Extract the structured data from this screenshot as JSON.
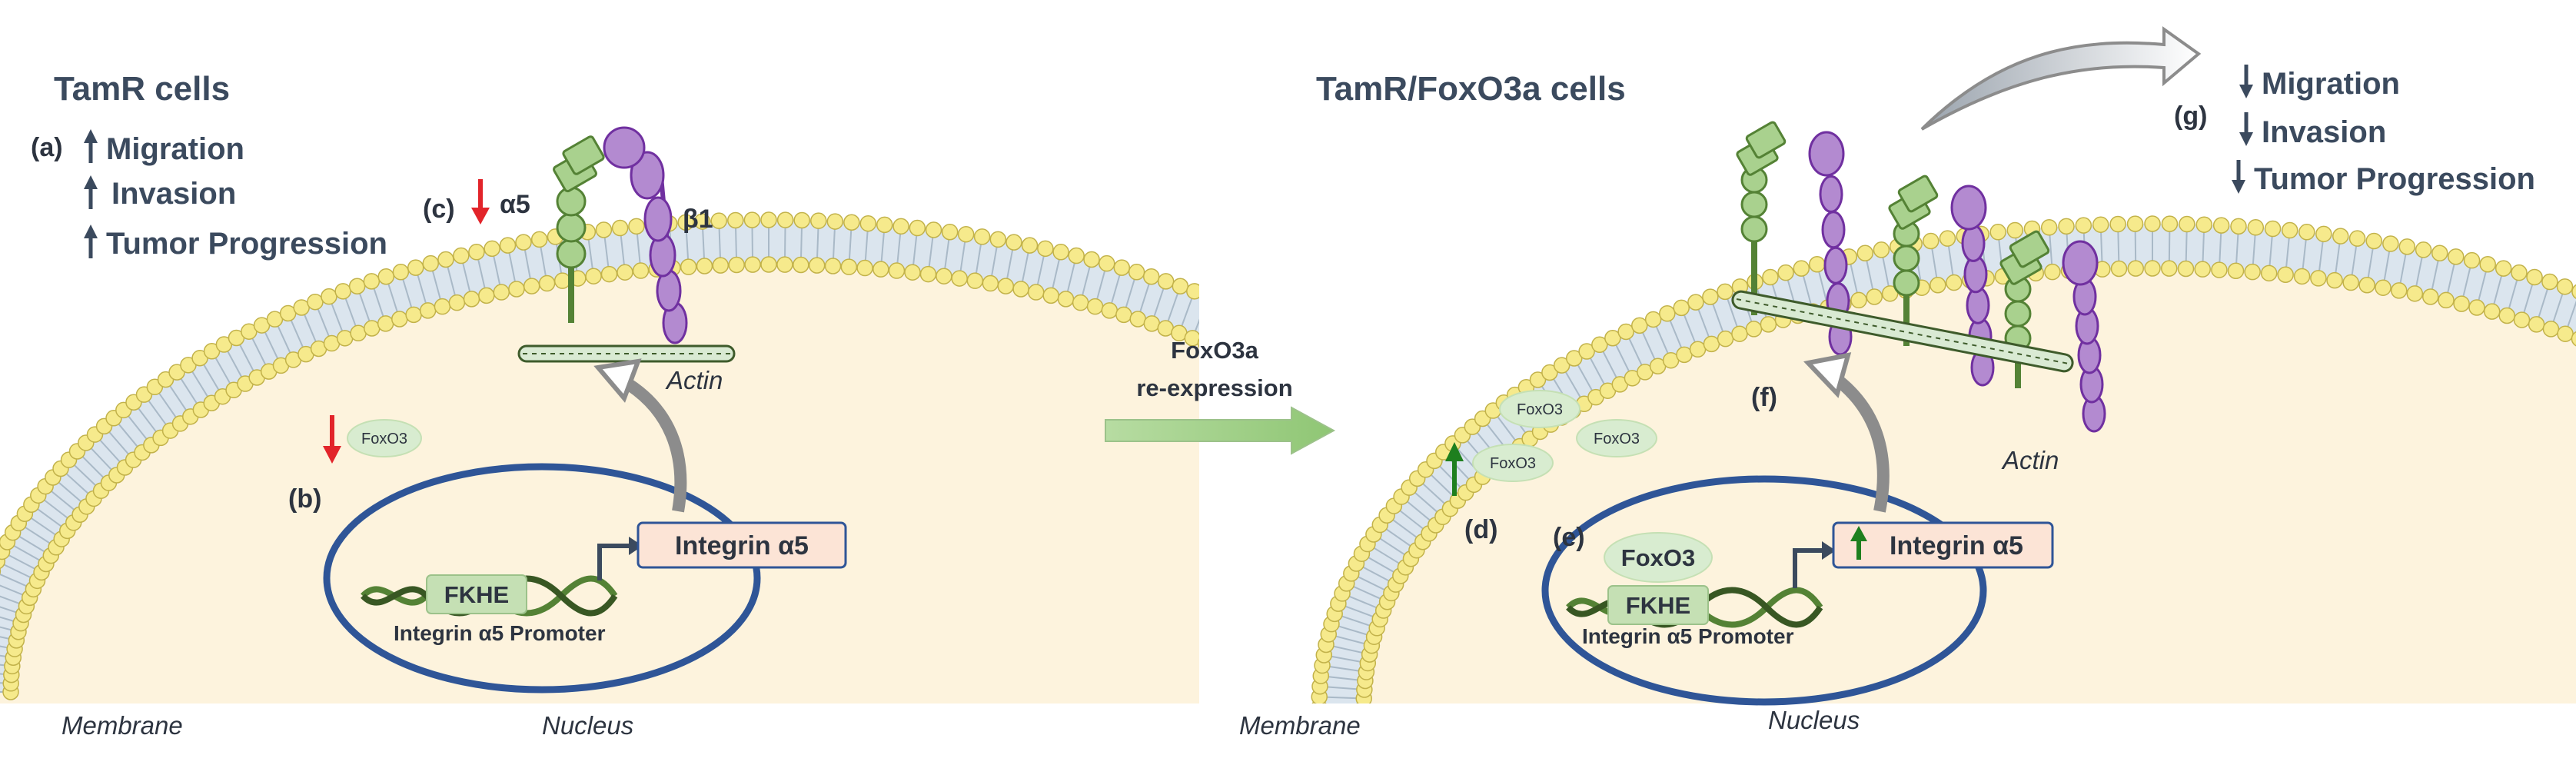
{
  "left": {
    "title": "TamR cells",
    "effects": [
      {
        "label": "(a)",
        "text": "Migration",
        "dir": "up"
      },
      {
        "label": "",
        "text": "Invasion",
        "dir": "up"
      },
      {
        "label": "",
        "text": "Tumor Progression",
        "dir": "up"
      }
    ],
    "label_c": "(c)",
    "alpha5": "α5",
    "beta1": "β1",
    "actin": "Actin",
    "label_b": "(b)",
    "foxo3": "FoxO3",
    "fkhe": "FKHE",
    "promoter": "Integrin α5 Promoter",
    "integrin": "Integrin α5",
    "membrane": "Membrane",
    "nucleus": "Nucleus"
  },
  "middle": {
    "line1": "FoxO3a",
    "line2": "re-expression"
  },
  "right": {
    "title": "TamR/FoxO3a cells",
    "label_g": "(g)",
    "effects": [
      {
        "text": "Migration",
        "dir": "down"
      },
      {
        "text": "Invasion",
        "dir": "down"
      },
      {
        "text": "Tumor Progression",
        "dir": "down"
      }
    ],
    "label_f": "(f)",
    "actin": "Actin",
    "foxo3_a": "FoxO3",
    "foxo3_b": "FoxO3",
    "foxo3_c": "FoxO3",
    "label_d": "(d)",
    "label_e": "(e)",
    "foxo3_nuc": "FoxO3",
    "fkhe": "FKHE",
    "promoter": "Integrin α5 Promoter",
    "integrin": "Integrin α5",
    "membrane": "Membrane",
    "nucleus": "Nucleus"
  },
  "colors": {
    "cytoplasm": "#fdf3dd",
    "bead": "#f6ea8c",
    "bead_stroke": "#c2b24a",
    "bilayer": "#dbe5ee",
    "nucleus_ring": "#2f5597",
    "green_fill": "#a9d18e",
    "green_stroke": "#548235",
    "purple_fill": "#b38ad0",
    "purple_stroke": "#7030a0",
    "red_arrow": "#e2242a",
    "green_arrow": "#1e7f1e",
    "dark_arrow": "#3b4a5e"
  }
}
